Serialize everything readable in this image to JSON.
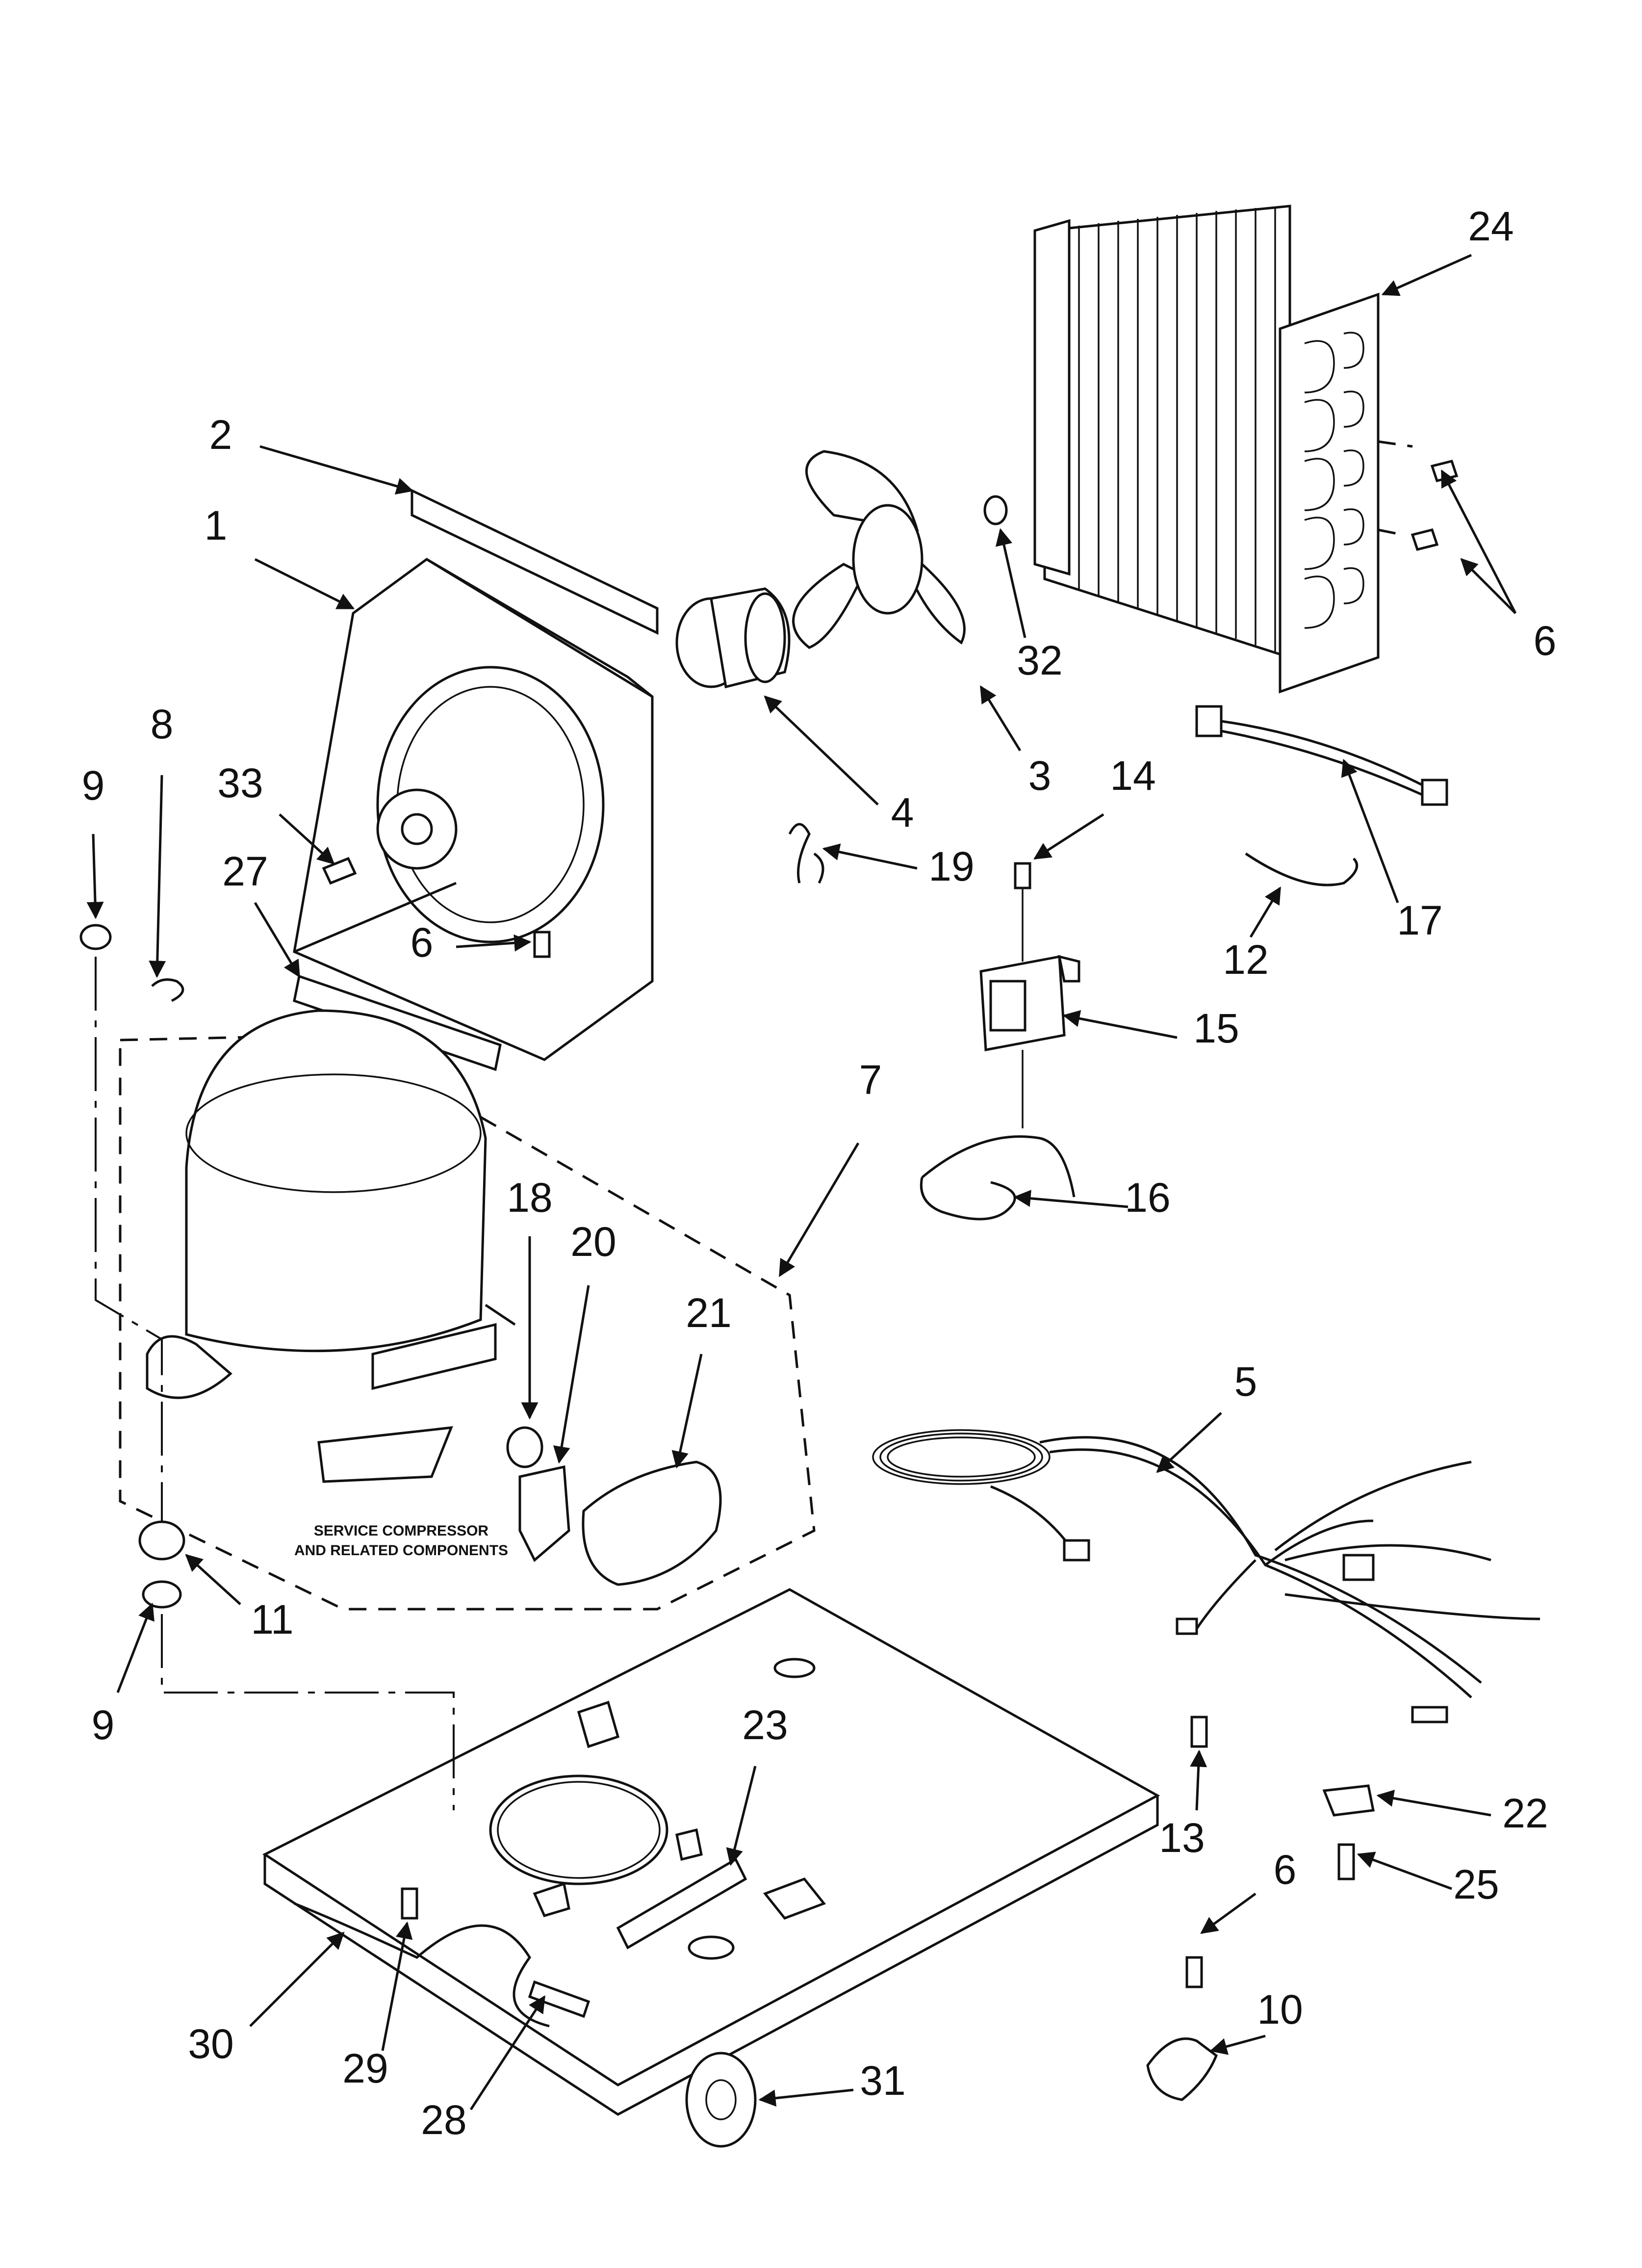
{
  "diagram": {
    "callouts": [
      "1",
      "2",
      "3",
      "4",
      "5",
      "6",
      "7",
      "8",
      "9",
      "10",
      "11",
      "12",
      "13",
      "14",
      "15",
      "16",
      "17",
      "18",
      "19",
      "20",
      "21",
      "22",
      "23",
      "24",
      "25",
      "27",
      "28",
      "29",
      "30",
      "31",
      "32",
      "33"
    ],
    "note_line1": "SERVICE COMPRESSOR",
    "note_line2": "AND RELATED COMPONENTS"
  }
}
